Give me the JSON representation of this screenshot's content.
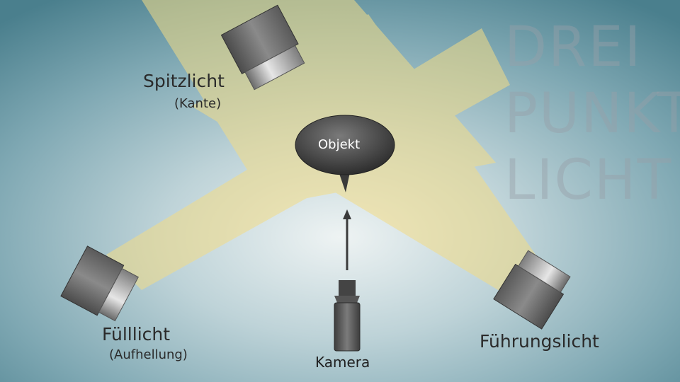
{
  "title_lines": [
    "DREI",
    "PUNKT",
    "LICHT"
  ],
  "lights": {
    "spitzlicht": {
      "label": "Spitzlicht",
      "sublabel": "(Kante)"
    },
    "fuelllicht": {
      "label": "Fülllicht",
      "sublabel": "(Aufhellung)"
    },
    "fuehrungslicht": {
      "label": "Führungslicht"
    }
  },
  "object": {
    "label": "Objekt"
  },
  "camera": {
    "label": "Kamera"
  },
  "colors": {
    "beam": "#f3dc86",
    "background_center": "#e6eef0",
    "background_edge": "#4f8593",
    "lamp_body": "#5e5e5e",
    "object_fill": "#3c3c3c"
  }
}
